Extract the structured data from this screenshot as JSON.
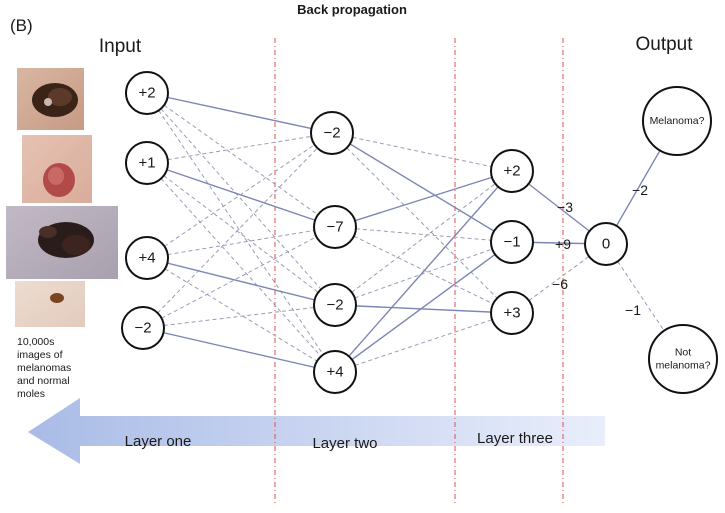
{
  "panel_label": "(B)",
  "title": "Back propagation",
  "input_label": "Input",
  "output_label": "Output",
  "images_caption": [
    "10,000s",
    "images of",
    "melanomas",
    "and normal",
    "moles"
  ],
  "layers": [
    {
      "name": "input",
      "nodes": [
        "+2",
        "+1",
        "+4",
        "−2"
      ]
    },
    {
      "name": "hidden1",
      "nodes": [
        "−2",
        "−7",
        "−2",
        "+4"
      ]
    },
    {
      "name": "hidden2",
      "nodes": [
        "+2",
        "−1",
        "+3"
      ]
    },
    {
      "name": "sum",
      "nodes": [
        "0"
      ]
    }
  ],
  "outputs": [
    {
      "id": "melanoma",
      "lines": [
        "Melanoma?"
      ]
    },
    {
      "id": "not-melanoma",
      "lines": [
        "Not",
        "melanoma?"
      ]
    }
  ],
  "weights_to_sum": [
    "−3",
    "+9",
    "−6"
  ],
  "weights_to_outputs": [
    "−2",
    "−1"
  ],
  "layer_names": [
    "Layer one",
    "Layer two",
    "Layer three"
  ],
  "colors": {
    "arrow": "#b4c3ea",
    "separator": "#d9534f",
    "edge": "#7c86b5"
  }
}
